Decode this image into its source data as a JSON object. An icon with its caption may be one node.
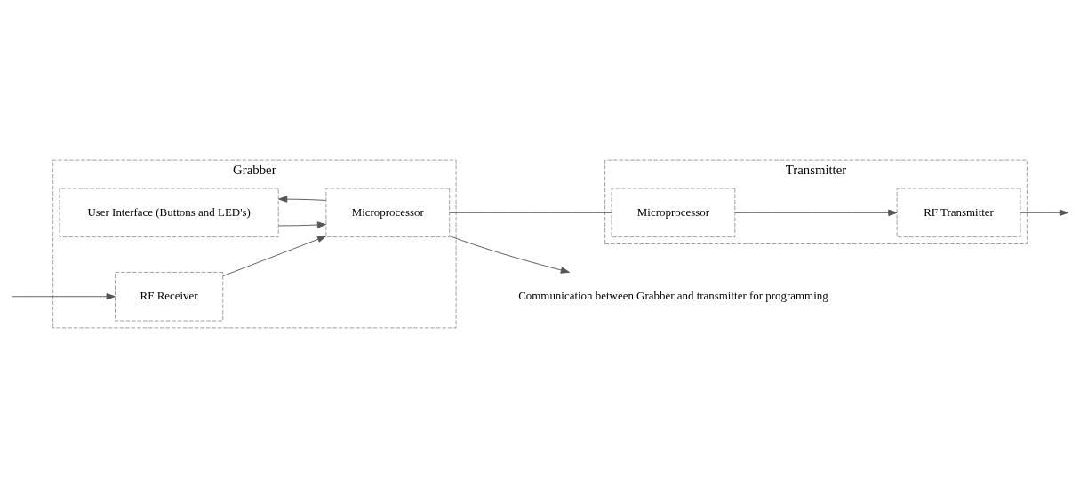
{
  "diagram": {
    "nodes": [
      {
        "text": [
          "Grabber"
        ]
      },
      {
        "text": [
          "User Interface (Buttons and LED's)"
        ],
        "in": 0
      },
      {
        "text": [
          "RF Receiver"
        ],
        "in": 0
      },
      {
        "text": [
          "Microprocessor"
        ],
        "in": 0
      },
      {
        "text": [
          "Transmitter"
        ]
      },
      {
        "text": [
          "Microprocessor"
        ],
        "in": 4
      },
      {
        "text": [
          "RF Transmitter"
        ],
        "in": 4
      },
      {
        "text": [
          "Communication between Grabber and transmitter for programming"
        ]
      }
    ],
    "edges": [
      {
        "from": null,
        "to": 2,
        "arrow": "to"
      },
      {
        "from": 2,
        "to": 3,
        "arrow": "to"
      },
      {
        "from": 3,
        "to": 1,
        "arrow": "to"
      },
      {
        "from": 1,
        "to": 3,
        "arrow": "to"
      },
      {
        "from": 3,
        "to": 5,
        "arrow": "none"
      },
      {
        "from": 3,
        "to": 7,
        "arrow": "to"
      },
      {
        "from": 5,
        "to": 6,
        "arrow": "to"
      },
      {
        "from": 6,
        "to": null,
        "arrow": "to"
      }
    ]
  }
}
